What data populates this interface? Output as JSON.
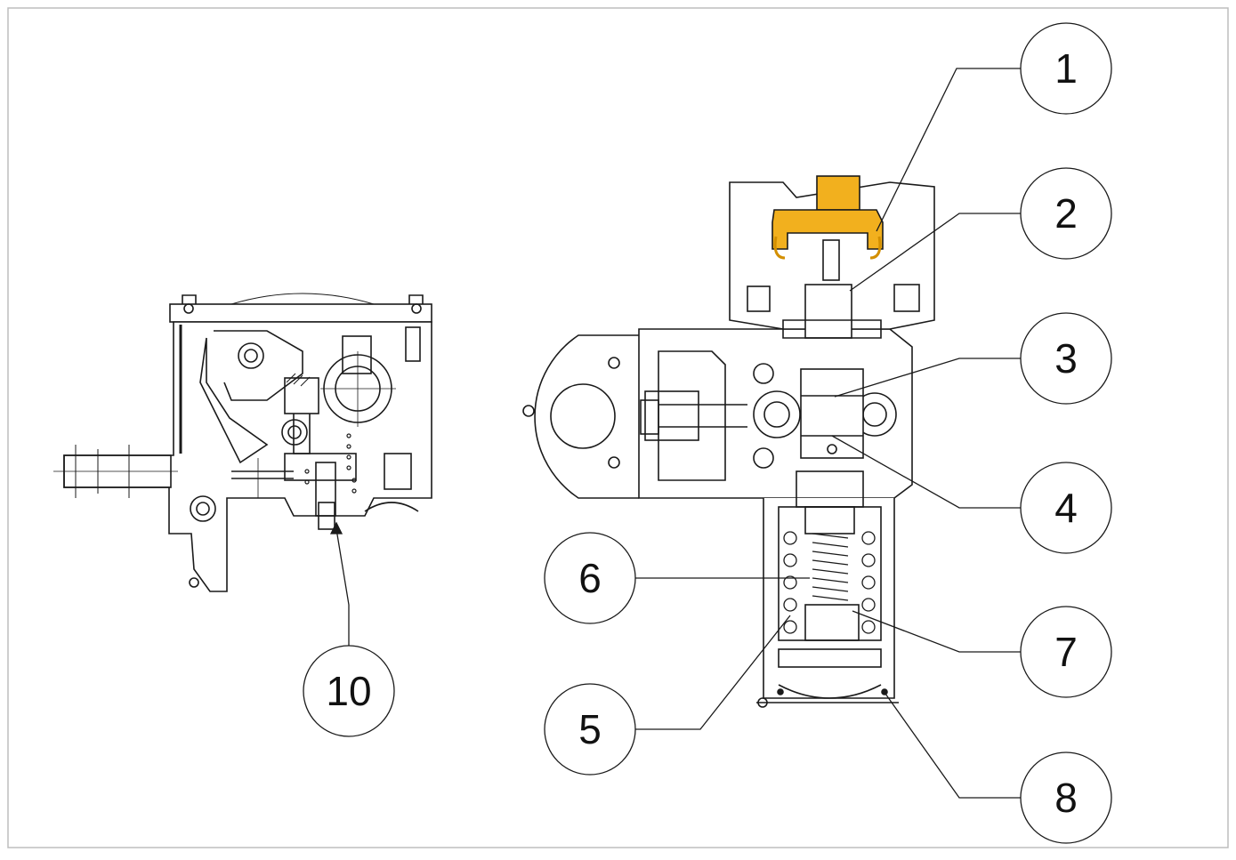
{
  "diagram": {
    "callouts": [
      {
        "id": "c1",
        "label": "1"
      },
      {
        "id": "c2",
        "label": "2"
      },
      {
        "id": "c3",
        "label": "3"
      },
      {
        "id": "c4",
        "label": "4"
      },
      {
        "id": "c5",
        "label": "5"
      },
      {
        "id": "c6",
        "label": "6"
      },
      {
        "id": "c7",
        "label": "7"
      },
      {
        "id": "c8",
        "label": "8"
      },
      {
        "id": "c10",
        "label": "10"
      }
    ],
    "colors": {
      "line": "#1a1a1a",
      "highlight": "#f2b01e",
      "highlight_shade": "#d38f00",
      "frame": "#bdbdbd"
    }
  }
}
